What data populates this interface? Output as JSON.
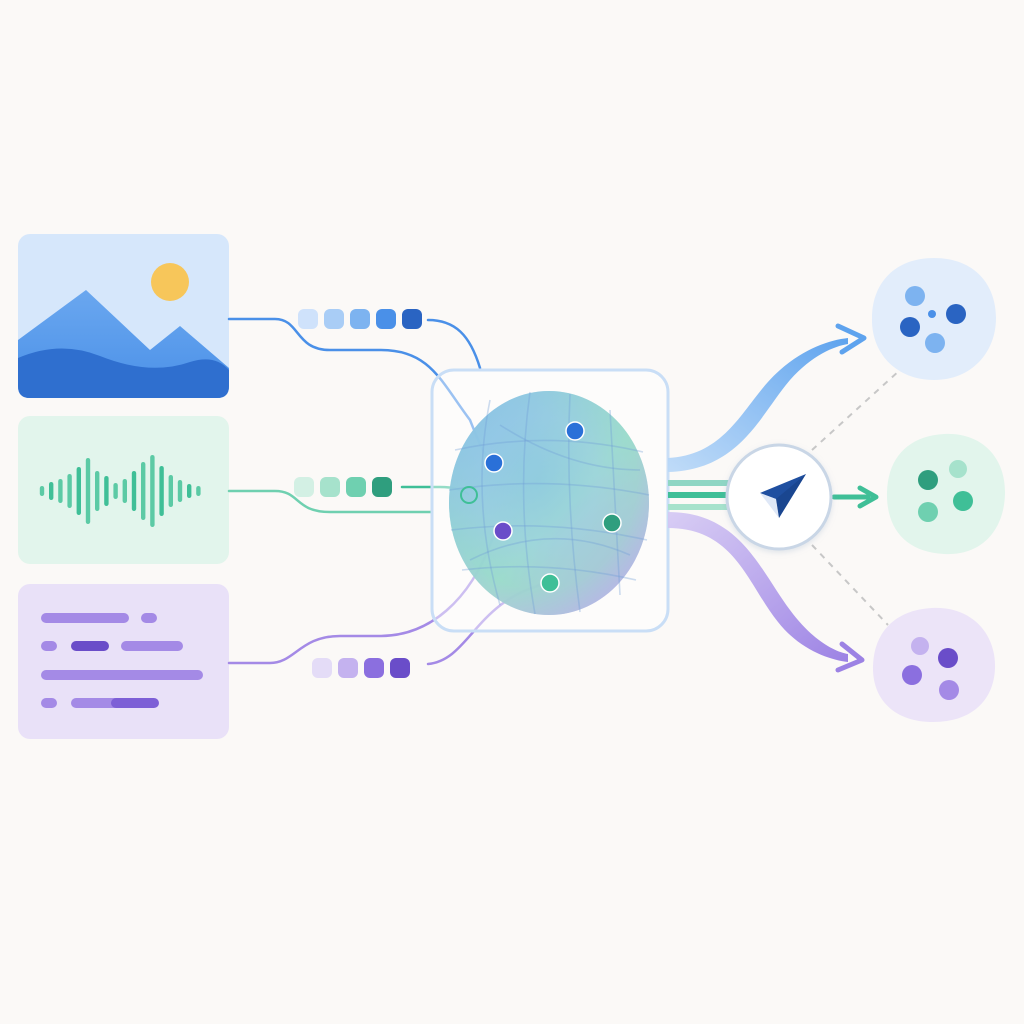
{
  "colors": {
    "background": "#fbf9f7",
    "image": "#4a90e8",
    "image_light": "#d6e7fb",
    "audio": "#3fbf97",
    "audio_light": "#e2f5ec",
    "text": "#8b6fdf",
    "text_light": "#e9e1f8",
    "navigator": "#1f4fa0",
    "sun": "#f7c65a"
  },
  "icons": {
    "image_input": "landscape-image-icon",
    "audio_input": "audio-waveform-icon",
    "text_input": "text-lines-icon",
    "router": "navigation-arrow-icon"
  },
  "token_rows": [
    {
      "modality": "image",
      "colors": [
        "#cfe2fb",
        "#a9cdf6",
        "#7db3f0",
        "#4a90e8",
        "#2a64c2"
      ]
    },
    {
      "modality": "audio",
      "colors": [
        "#d3f0e4",
        "#a6e2cc",
        "#6fd0b0",
        "#2f9e7e"
      ]
    },
    {
      "modality": "text",
      "colors": [
        "#e4dcf7",
        "#c4b2ef",
        "#8b6fdf",
        "#6a4dc9"
      ]
    }
  ],
  "outputs": [
    {
      "modality": "image",
      "dots": [
        "#7db3f0",
        "#2a64c2",
        "#4a90e8",
        "#2a64c2",
        "#7db3f0"
      ]
    },
    {
      "modality": "audio",
      "dots": [
        "#a6e2cc",
        "#2f9e7e",
        "#3fbf97",
        "#6fd0b0"
      ]
    },
    {
      "modality": "text",
      "dots": [
        "#c4b2ef",
        "#6a4dc9",
        "#8b6fdf",
        "#a48ae6"
      ]
    }
  ]
}
